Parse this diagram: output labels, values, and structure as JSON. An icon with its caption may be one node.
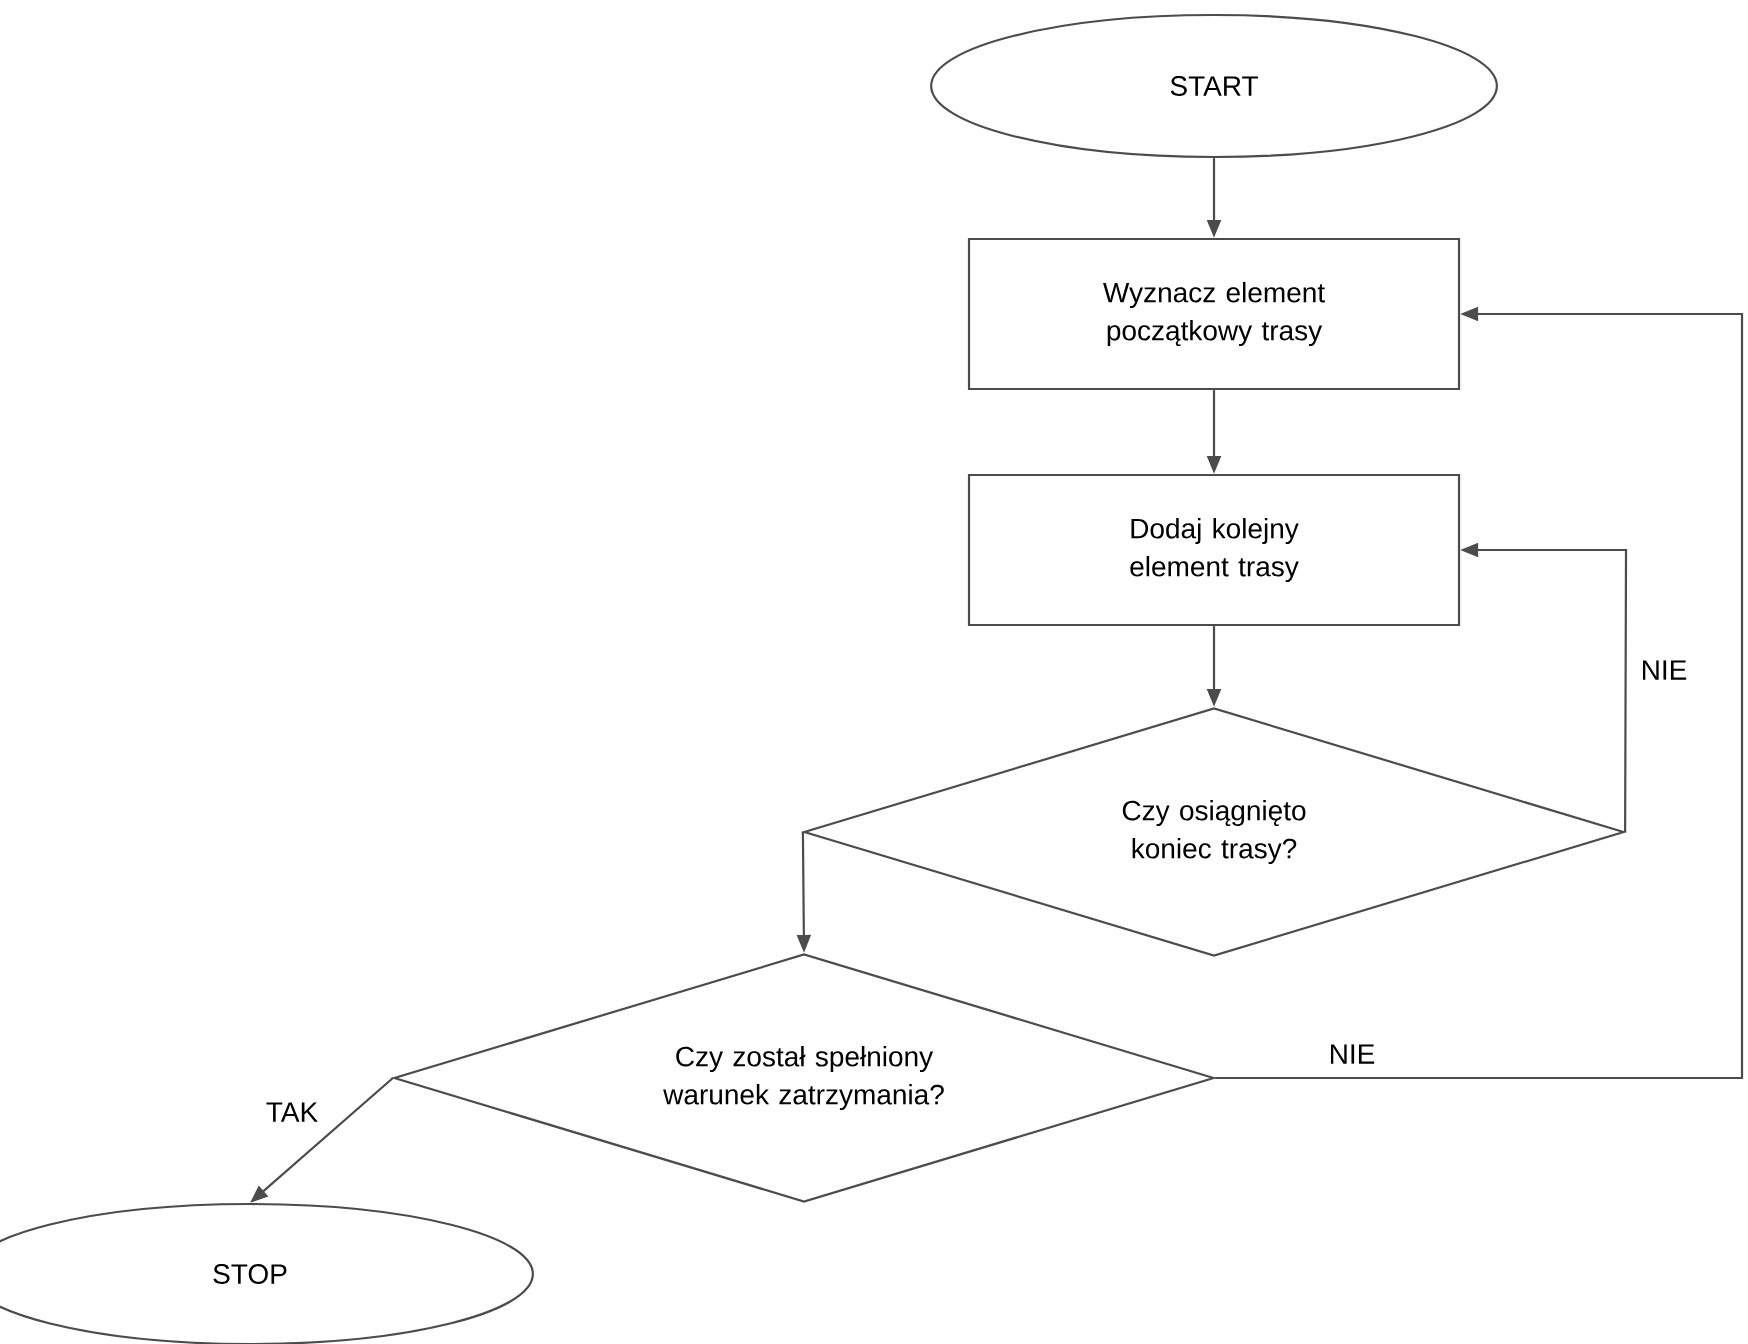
{
  "diagram": {
    "nodes": [
      {
        "text": [
          "START"
        ]
      },
      {
        "text": [
          "Wyznacz element początkowy trasy"
        ]
      },
      {
        "text": [
          "Dodaj kolejny element trasy"
        ]
      },
      {
        "text": [
          "Czy osiągnięto koniec trasy?"
        ]
      },
      {
        "text": [
          "Czy został spełniony warunek zatrzymania?"
        ]
      },
      {
        "text": [
          "STOP"
        ]
      }
    ],
    "edges": [
      {
        "from": 0,
        "to": 1,
        "arrow": "to"
      },
      {
        "from": 1,
        "to": 2,
        "arrow": "to"
      },
      {
        "from": 2,
        "to": 3,
        "arrow": "to"
      },
      {
        "from": 3,
        "to": 2,
        "arrow": "to",
        "label": "NIE"
      },
      {
        "from": 3,
        "to": 4,
        "arrow": "to"
      },
      {
        "from": 4,
        "to": 5,
        "arrow": "to",
        "label": "TAK"
      },
      {
        "from": 4,
        "to": 1,
        "arrow": "to",
        "label": "NIE"
      }
    ]
  }
}
